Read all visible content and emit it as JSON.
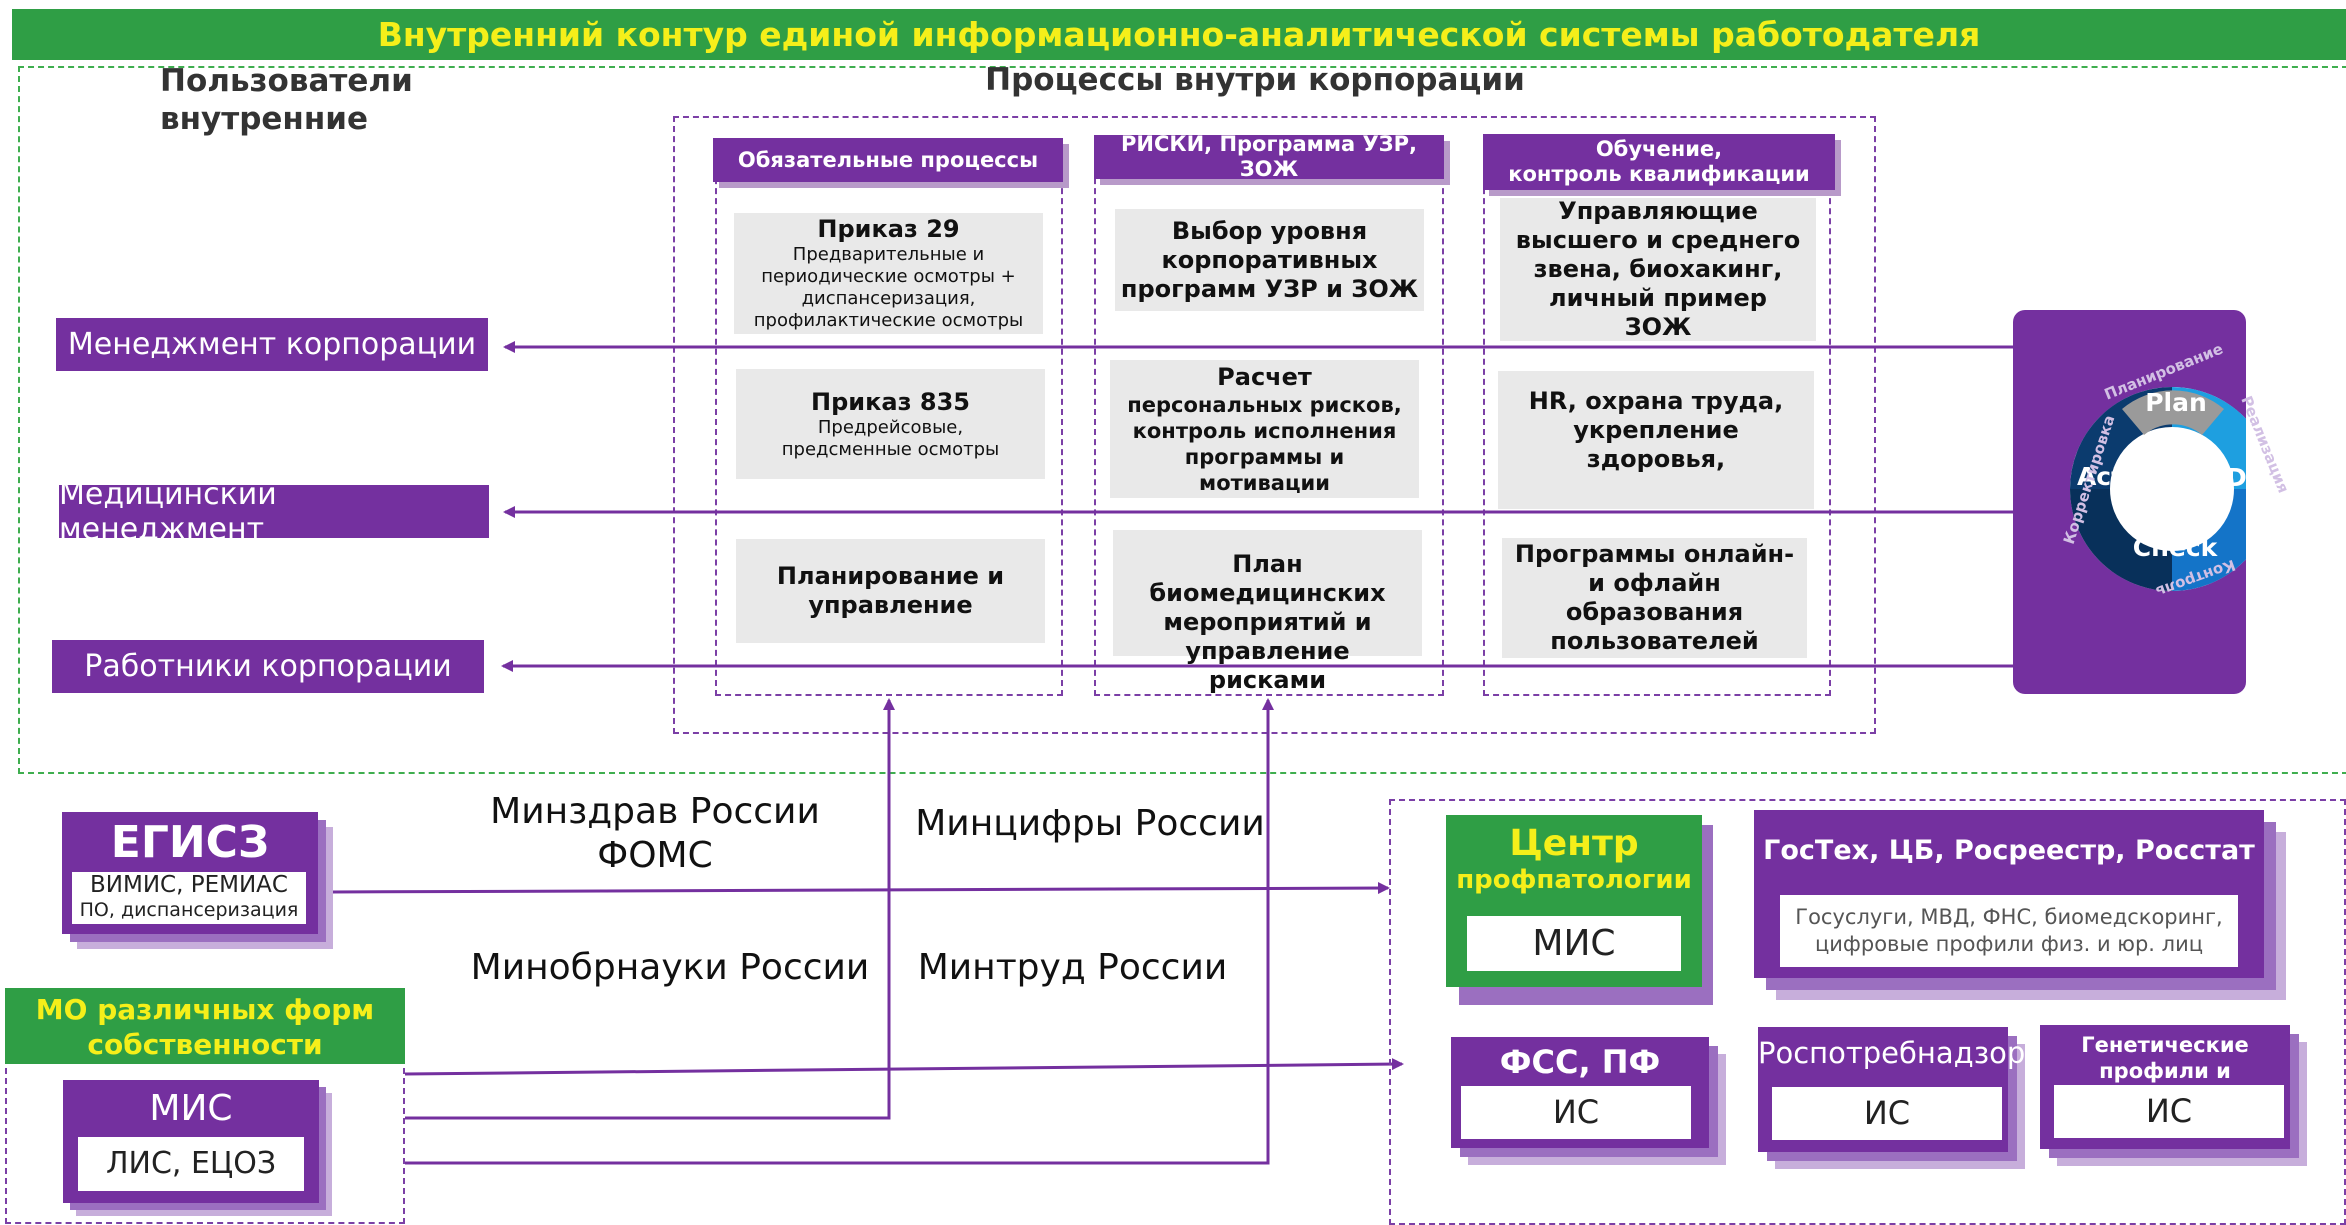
{
  "title": "Внутренний контур единой информационно-аналитической системы работодателя",
  "users_heading": "Пользователи\nвнутренние",
  "processes_heading": "Процессы внутри корпорации",
  "users": {
    "management": "Менеджмент корпорации",
    "medical": "Медицинский менеджмент",
    "workers": "Работники корпорации"
  },
  "columns": [
    {
      "header": "Обязательные процессы",
      "items": [
        {
          "title": "Приказ 29",
          "sub": "Предварительные и\nпериодические осмотры +\nдиспансеризация,\nпрофилактические осмотры"
        },
        {
          "title": "Приказ 835",
          "sub": "Предрейсовые,\nпредсменные осмотры"
        },
        {
          "title": "Планирование и\nуправление",
          "sub": ""
        }
      ]
    },
    {
      "header": "РИСКИ, Программа УЗР, ЗОЖ",
      "items": [
        {
          "title": "Выбор уровня\nкорпоративных\nпрограмм УЗР и ЗОЖ",
          "sub": ""
        },
        {
          "title": "Расчет",
          "sub": "персональных рисков,\nконтроль исполнения\nпрограммы и\nмотивации"
        },
        {
          "title": "План\nбиомедицинских\nмероприятий и\nуправление\nрисками",
          "sub": ""
        }
      ]
    },
    {
      "header": "Обучение,\nконтроль квалификации",
      "items": [
        {
          "title": "Управляющие\nвысшего и среднего\nзвена, биохакинг,\nличный пример\nЗОЖ",
          "sub": ""
        },
        {
          "title": "HR, охрана труда,\nукрепление\nздоровья,",
          "sub": ""
        },
        {
          "title": "Программы онлайн-\nи офлайн\nобразования\nпользователей",
          "sub": ""
        }
      ]
    }
  ],
  "pdca": {
    "plan": "Plan",
    "do": "Do",
    "check": "Check",
    "act": "Act",
    "arc_planning": "Планирование",
    "arc_realization": "Реализация",
    "arc_control": "Контроль",
    "arc_correction": "Корректировка"
  },
  "egisz": {
    "title": "ЕГИСЗ",
    "line1": "ВИМИС, РЕМИАС",
    "line2": "ПО, диспансеризация"
  },
  "mo": {
    "title": "МО различных форм\nсобственности",
    "mis": "МИС",
    "lis": "ЛИС, ЕЦОЗ"
  },
  "regulators": {
    "minzdrav": "Минздрав России\nФОМС",
    "mintsifry": "Минцифры России",
    "minobrnauki": "Минобрнауки России",
    "mintrud": "Минтруд России"
  },
  "external": {
    "center_title": "Центр",
    "center_sub": "профпатологии",
    "center_mis": "МИС",
    "gostech_title": "ГосТех, ЦБ, Росреестр, Росстат",
    "gostech_sub": "Госуслуги, МВД, ФНС, биомедскоринг,\nцифровые профили физ. и юр. лиц",
    "fss_title": "ФСС, ПФ",
    "fss_is": "ИС",
    "rospotreb_title": "Роспотребнадзор",
    "rospotreb_is": "ИС",
    "genetic_title": "Генетические\nпрофили и паспорта",
    "genetic_is": "ИС"
  },
  "colors": {
    "purple": "#74309f",
    "green": "#2f9e45",
    "yellow": "#f5ef1a"
  }
}
